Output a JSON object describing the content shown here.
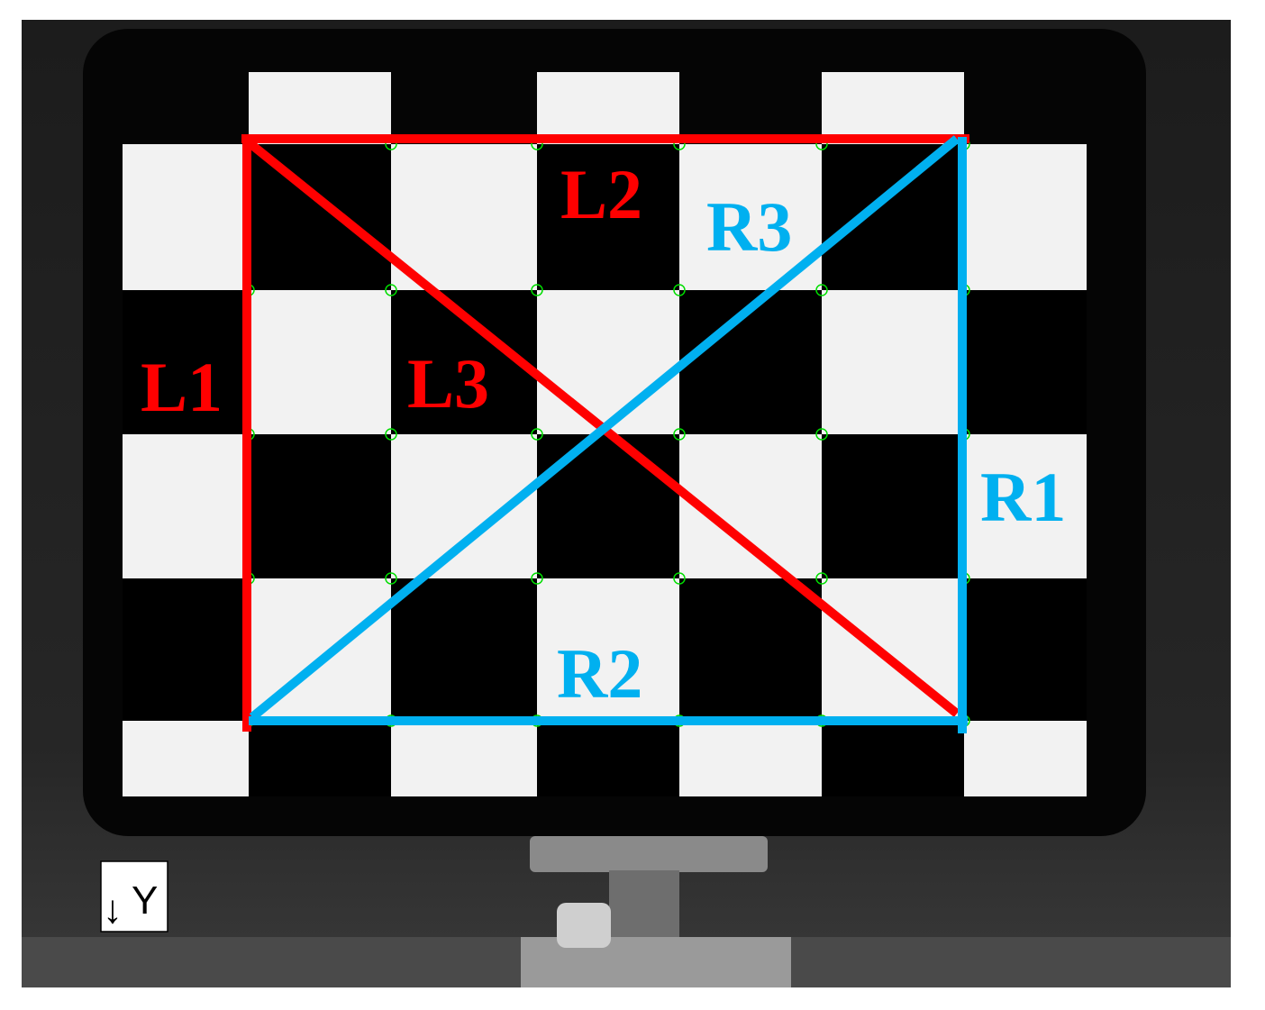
{
  "colors": {
    "red_lines": "#ff0000",
    "blue_lines": "#00b0f0",
    "corner_markers": "#00dd00",
    "board_black": "#000000",
    "board_white": "#f2f2f2"
  },
  "labels": {
    "L1": "L1",
    "L2": "L2",
    "L3": "L3",
    "R1": "R1",
    "R2": "R2",
    "R3": "R3"
  },
  "axis_indicator": {
    "arrow": "↓",
    "axis": "Y"
  },
  "checkerboard": {
    "columns": 7,
    "rows": 5,
    "first_square_white": true
  }
}
